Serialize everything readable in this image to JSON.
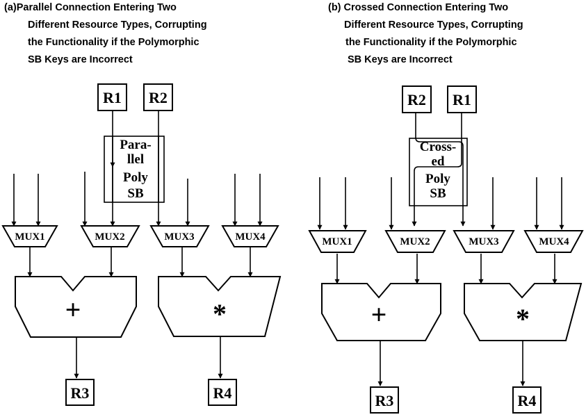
{
  "panel_a": {
    "caption": [
      "(a)Parallel Connection Entering Two",
      "Different Resource Types, Corrupting",
      "the Functionality if the Polymorphic",
      "SB Keys are Incorrect"
    ],
    "reg_in_left": "R1",
    "reg_in_right": "R2",
    "sb_lines": [
      "Para-",
      "llel",
      "Poly",
      "SB"
    ],
    "mux": [
      "MUX1",
      "MUX2",
      "MUX3",
      "MUX4"
    ],
    "op_left": "+",
    "op_right": "*",
    "reg_out_left": "R3",
    "reg_out_right": "R4"
  },
  "panel_b": {
    "caption": [
      "(b) Crossed Connection Entering Two",
      "Different Resource Types, Corrupting",
      "the Functionality if the Polymorphic",
      "SB Keys are Incorrect"
    ],
    "reg_in_left": "R2",
    "reg_in_right": "R1",
    "sb_lines": [
      "Cross-",
      "ed",
      "Poly",
      "SB"
    ],
    "mux": [
      "MUX1",
      "MUX2",
      "MUX3",
      "MUX4"
    ],
    "op_left": "+",
    "op_right": "*",
    "reg_out_left": "R3",
    "reg_out_right": "R4"
  }
}
